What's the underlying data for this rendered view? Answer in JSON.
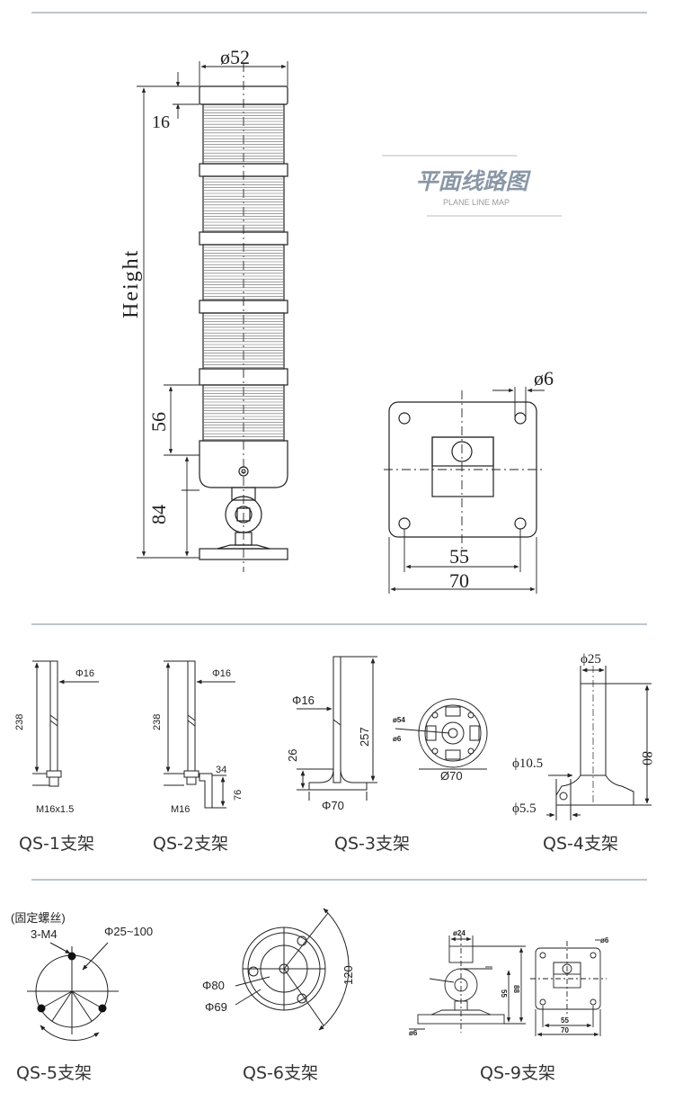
{
  "top": {
    "dim_diameter": "ø52",
    "dim_16": "16",
    "dim_height": "Height",
    "dim_56": "56",
    "dim_84": "84"
  },
  "plane": {
    "title": "平面线路图",
    "subtitle": "PLANE LINE MAP",
    "dim_hole": "ø6",
    "dim_55": "55",
    "dim_70": "70"
  },
  "brackets": [
    {
      "caption": "QS-1支架",
      "d16": "Φ16",
      "len": "238",
      "thread": "M16x1.5"
    },
    {
      "caption": "QS-2支架",
      "d16": "Φ16",
      "len": "238",
      "thread": "M16",
      "d34": "34",
      "d76": "76"
    },
    {
      "caption": "QS-3支架",
      "d16": "Φ16",
      "d257": "257",
      "d26": "26",
      "d70": "Φ70",
      "d54": "ø54",
      "d6": "ø6",
      "d70b": "Ø70"
    },
    {
      "caption": "QS-4支架",
      "d25": "ϕ25",
      "d80": "80",
      "d105": "ϕ10.5",
      "d55": "ϕ5.5"
    }
  ],
  "bottom": [
    {
      "caption": "QS-5支架",
      "note": "(固定螺丝)",
      "screw": "3-M4",
      "range": "Φ25~100"
    },
    {
      "caption": "QS-6支架",
      "d80": "Φ80",
      "d69": "Φ69",
      "d120": "120"
    },
    {
      "caption": "QS-9支架",
      "d24": "ø24",
      "d6": "ø6",
      "d55": "55",
      "d70": "70",
      "d6b": "ø6",
      "h55": "55",
      "h88": "88"
    }
  ]
}
